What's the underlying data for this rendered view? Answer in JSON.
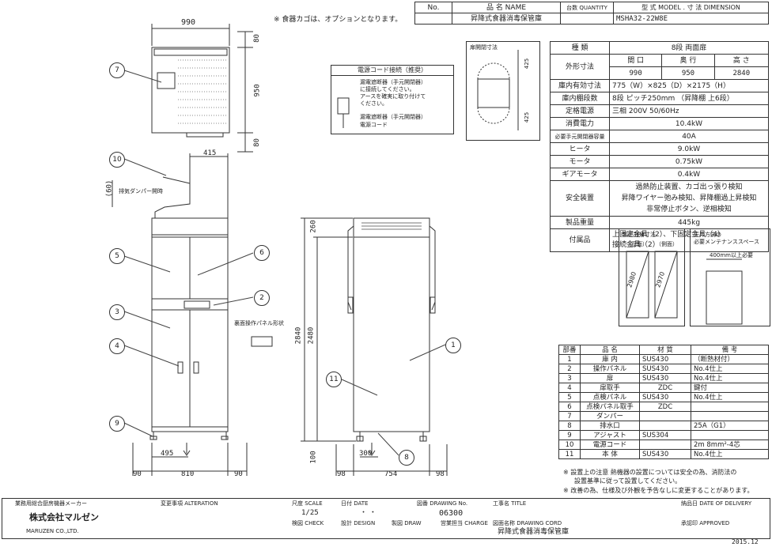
{
  "note_top": "※ 食器カゴは、オプションとなります。",
  "header": {
    "no_label": "No.",
    "name_label": "品 名 NAME",
    "qty_label": "台数 QUANTITY",
    "model_label": "型 式 MODEL . 寸 法 DIMENSION",
    "name_value": "昇降式食器消毒保管庫",
    "model_value": "MSHA32-22W8E"
  },
  "spec": {
    "rows": [
      {
        "k": "種 類",
        "v": "8段 両面扉"
      },
      {
        "k": "庫内有効寸法",
        "v": "775（W）×825（D）×2175（H）"
      },
      {
        "k": "庫内棚段数",
        "v": "8段 ピッチ250mm （昇降棚 上6段）"
      },
      {
        "k": "定格電源",
        "v": "三相 200V 50/60Hz"
      },
      {
        "k": "消費電力",
        "v": "10.4kW"
      },
      {
        "k": "必要手元開閉器容量",
        "v": "40A"
      },
      {
        "k": "ヒータ",
        "v": "9.0kW"
      },
      {
        "k": "モータ",
        "v": "0.75kW"
      },
      {
        "k": "ギアモータ",
        "v": "0.4kW"
      },
      {
        "k": "製品重量",
        "v": "445kg"
      }
    ],
    "outer_label": "外形寸法",
    "outer_headers": [
      "間 口",
      "奥 行",
      "高 さ"
    ],
    "outer_values": [
      "990",
      "950",
      "2840"
    ],
    "safety_label": "安全装置",
    "safety_lines": [
      "過熱防止装置、カゴ出っ張り検知",
      "昇降ワイヤー弛み検知、昇降棚過上昇検知",
      "非常停止ボタン、逆相検知"
    ],
    "accessory_label": "付属品",
    "accessory_lines": [
      "上固定金具（2）、下固定金具（4）",
      "接続金具（2）"
    ]
  },
  "parts": {
    "headers": [
      "部番",
      "品 名",
      "材 質",
      "備 考"
    ],
    "rows": [
      [
        "1",
        "庫 内",
        "SUS430",
        "（断熱材付）"
      ],
      [
        "2",
        "操作パネル",
        "SUS430",
        "No.4仕上"
      ],
      [
        "3",
        "扉",
        "SUS430",
        "No.4仕上"
      ],
      [
        "4",
        "扉取手",
        "ZDC",
        "鍵付"
      ],
      [
        "5",
        "点検パネル",
        "SUS430",
        "No.4仕上"
      ],
      [
        "6",
        "点検パネル取手",
        "ZDC",
        ""
      ],
      [
        "7",
        "ダンパー",
        "",
        ""
      ],
      [
        "8",
        "排水口",
        "",
        "25A（G1）"
      ],
      [
        "9",
        "アジャスト",
        "SUS304",
        ""
      ],
      [
        "10",
        "電源コード",
        "",
        "2m 8mm²-4芯"
      ],
      [
        "11",
        "本 体",
        "SUS430",
        "No.4仕上"
      ]
    ]
  },
  "notes_bottom": [
    "※ 設置上の注意 熱機器の設置については安全の為、消防法の",
    "設置基準に従って設置してください。",
    "※ 改善の為、仕様及び外観を予告なしに変更することがあります。"
  ],
  "power_box": {
    "title": "電源コード接続（推奨）",
    "lines": [
      "漏電遮断器（手元開閉器）",
      "に接続してください。",
      "アースを確実に取り付けて",
      "ください。"
    ],
    "label1": "漏電遮断器（手元開閉器）",
    "label2": "電源コード"
  },
  "door_box": {
    "title": "扉開閉寸法",
    "dims": [
      "425",
      "425"
    ]
  },
  "carry_box": {
    "title": "製品対角寸法",
    "sub1": "（正面）",
    "sub2": "（側面）",
    "dim1": "2980",
    "dim2": "2970"
  },
  "maint_box": {
    "title1": "天井方向の",
    "title2": "必要メンテナンススペース",
    "dim": "400mm以上必要"
  },
  "rear_panel_label": "裏面操作パネル形状",
  "damper_label": "排気ダンパー開時",
  "dims": {
    "top_w": "990",
    "top_d1": "80",
    "top_d2": "950",
    "top_d3": "80",
    "front_415": "415",
    "front_60": "(60)",
    "front_495": "495",
    "front_90a": "90",
    "front_810": "810",
    "front_90b": "90",
    "side_260": "260",
    "side_2840": "2840",
    "side_2480": "2480",
    "side_100": "100",
    "side_300": "300",
    "side_98a": "98",
    "side_754": "754",
    "side_98b": "98"
  },
  "balloons": [
    "7",
    "10",
    "5",
    "6",
    "2",
    "3",
    "4",
    "9",
    "1",
    "11",
    "8"
  ],
  "title_block": {
    "company_tag": "業務用総合厨房機器メーカー",
    "company_name": "株式会社マルゼン",
    "company_en": "MARUZEN CO.,LTD.",
    "alteration": "変更事項 ALTERATION",
    "scale_label": "尺度 SCALE",
    "scale_value": "1/25",
    "date_label": "日付 DATE",
    "date_value": "・ ・",
    "drawing_no_label": "図番 DRAWING No.",
    "drawing_no": "06300",
    "title_label": "工事名 TITLE",
    "delivery_label": "納品日 DATE OF DELIVERY",
    "check_label": "検図 CHECK",
    "design_label": "設計 DESIGN",
    "draw_label": "製図 DRAW",
    "charge_label": "営業担当 CHARGE",
    "drawing_name_label": "図面名称 DRAWING CORD",
    "drawing_name": "昇降式食器消毒保管庫",
    "approved_label": "承認印 APPROVED",
    "revision_date": "2015.12"
  }
}
